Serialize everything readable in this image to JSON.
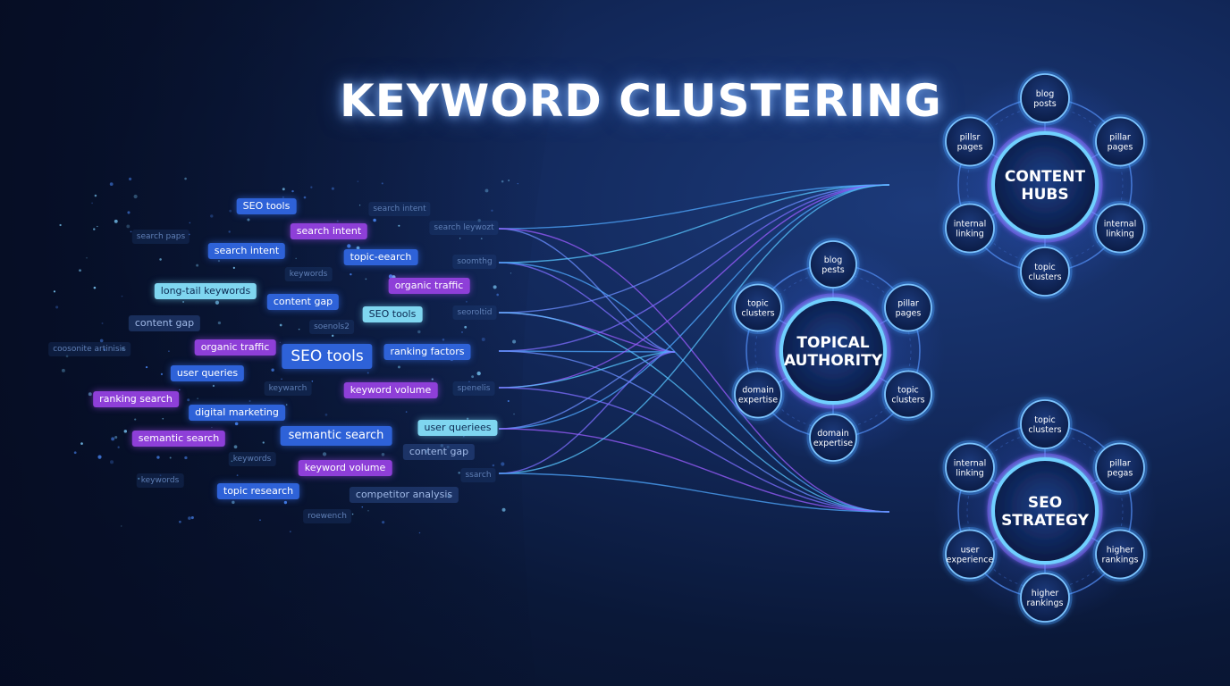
{
  "title": "KEYWORD CLUSTERING",
  "colors": {
    "chip_blue": "#2e62d8",
    "chip_purple": "#8e3fd8",
    "chip_cyan": "#7fd6f0",
    "hub_ring": "#6fd0ff",
    "hub_glow": "#8a5cff"
  },
  "keywords": [
    {
      "text": "SEO tools",
      "style": "blue"
    },
    {
      "text": "search intent",
      "style": "purple"
    },
    {
      "text": "search intent",
      "style": "blue"
    },
    {
      "text": "topic-eearch",
      "style": "blue"
    },
    {
      "text": "organic traffic",
      "style": "purple"
    },
    {
      "text": "long-tail keywords",
      "style": "cyan"
    },
    {
      "text": "content gap",
      "style": "blue"
    },
    {
      "text": "SEO tools",
      "style": "cyan"
    },
    {
      "text": "content gap",
      "style": "dim"
    },
    {
      "text": "organic traffic",
      "style": "purple"
    },
    {
      "text": "SEO tools",
      "style": "blue big"
    },
    {
      "text": "ranking factors",
      "style": "blue"
    },
    {
      "text": "user queries",
      "style": "blue"
    },
    {
      "text": "keyword volume",
      "style": "purple"
    },
    {
      "text": "ranking search",
      "style": "purple"
    },
    {
      "text": "digital marketing",
      "style": "blue"
    },
    {
      "text": "user queriees",
      "style": "cyan"
    },
    {
      "text": "semantic search",
      "style": "purple"
    },
    {
      "text": "semantic search",
      "style": "blue med"
    },
    {
      "text": "content gap",
      "style": "dim"
    },
    {
      "text": "keyword volume",
      "style": "purple"
    },
    {
      "text": "topic research",
      "style": "blue"
    },
    {
      "text": "competitor analysis",
      "style": "dim"
    },
    {
      "text": "search intent",
      "style": "faint"
    },
    {
      "text": "search leywozt",
      "style": "faint"
    },
    {
      "text": "search paps",
      "style": "faint"
    },
    {
      "text": "soomthg",
      "style": "faint"
    },
    {
      "text": "keywords",
      "style": "faint"
    },
    {
      "text": "seoroltid",
      "style": "faint"
    },
    {
      "text": "soenols2",
      "style": "faint"
    },
    {
      "text": "coosonite artinisis",
      "style": "faint"
    },
    {
      "text": "keywarch",
      "style": "faint"
    },
    {
      "text": "spenelis",
      "style": "faint"
    },
    {
      "text": "keywords",
      "style": "faint"
    },
    {
      "text": "keywords",
      "style": "faint"
    },
    {
      "text": "ssarch",
      "style": "faint"
    },
    {
      "text": "roewench",
      "style": "faint"
    }
  ],
  "hubs": [
    {
      "name_lines": [
        "CONTENT",
        "HUBS"
      ],
      "satellites": [
        [
          "blog",
          "posts"
        ],
        [
          "pillar",
          "pages"
        ],
        [
          "internal",
          "linking"
        ],
        [
          "topic",
          "clusters"
        ],
        [
          "internal",
          "linking"
        ],
        [
          "pillsr",
          "pages"
        ]
      ]
    },
    {
      "name_lines": [
        "TOPICAL",
        "AUTHORITY"
      ],
      "satellites": [
        [
          "blog",
          "pests"
        ],
        [
          "pillar",
          "pages"
        ],
        [
          "topic",
          "clusters"
        ],
        [
          "domain",
          "expertise"
        ],
        [
          "domain",
          "expertise"
        ],
        [
          "topic",
          "clusters"
        ]
      ]
    },
    {
      "name_lines": [
        "SEO",
        "STRATEGY"
      ],
      "satellites": [
        [
          "topic",
          "clusters"
        ],
        [
          "pillar",
          "pegas"
        ],
        [
          "higher",
          "rankings"
        ],
        [
          "higher",
          "rankings"
        ],
        [
          "user",
          "experience"
        ],
        [
          "internal",
          "linking"
        ]
      ]
    }
  ]
}
